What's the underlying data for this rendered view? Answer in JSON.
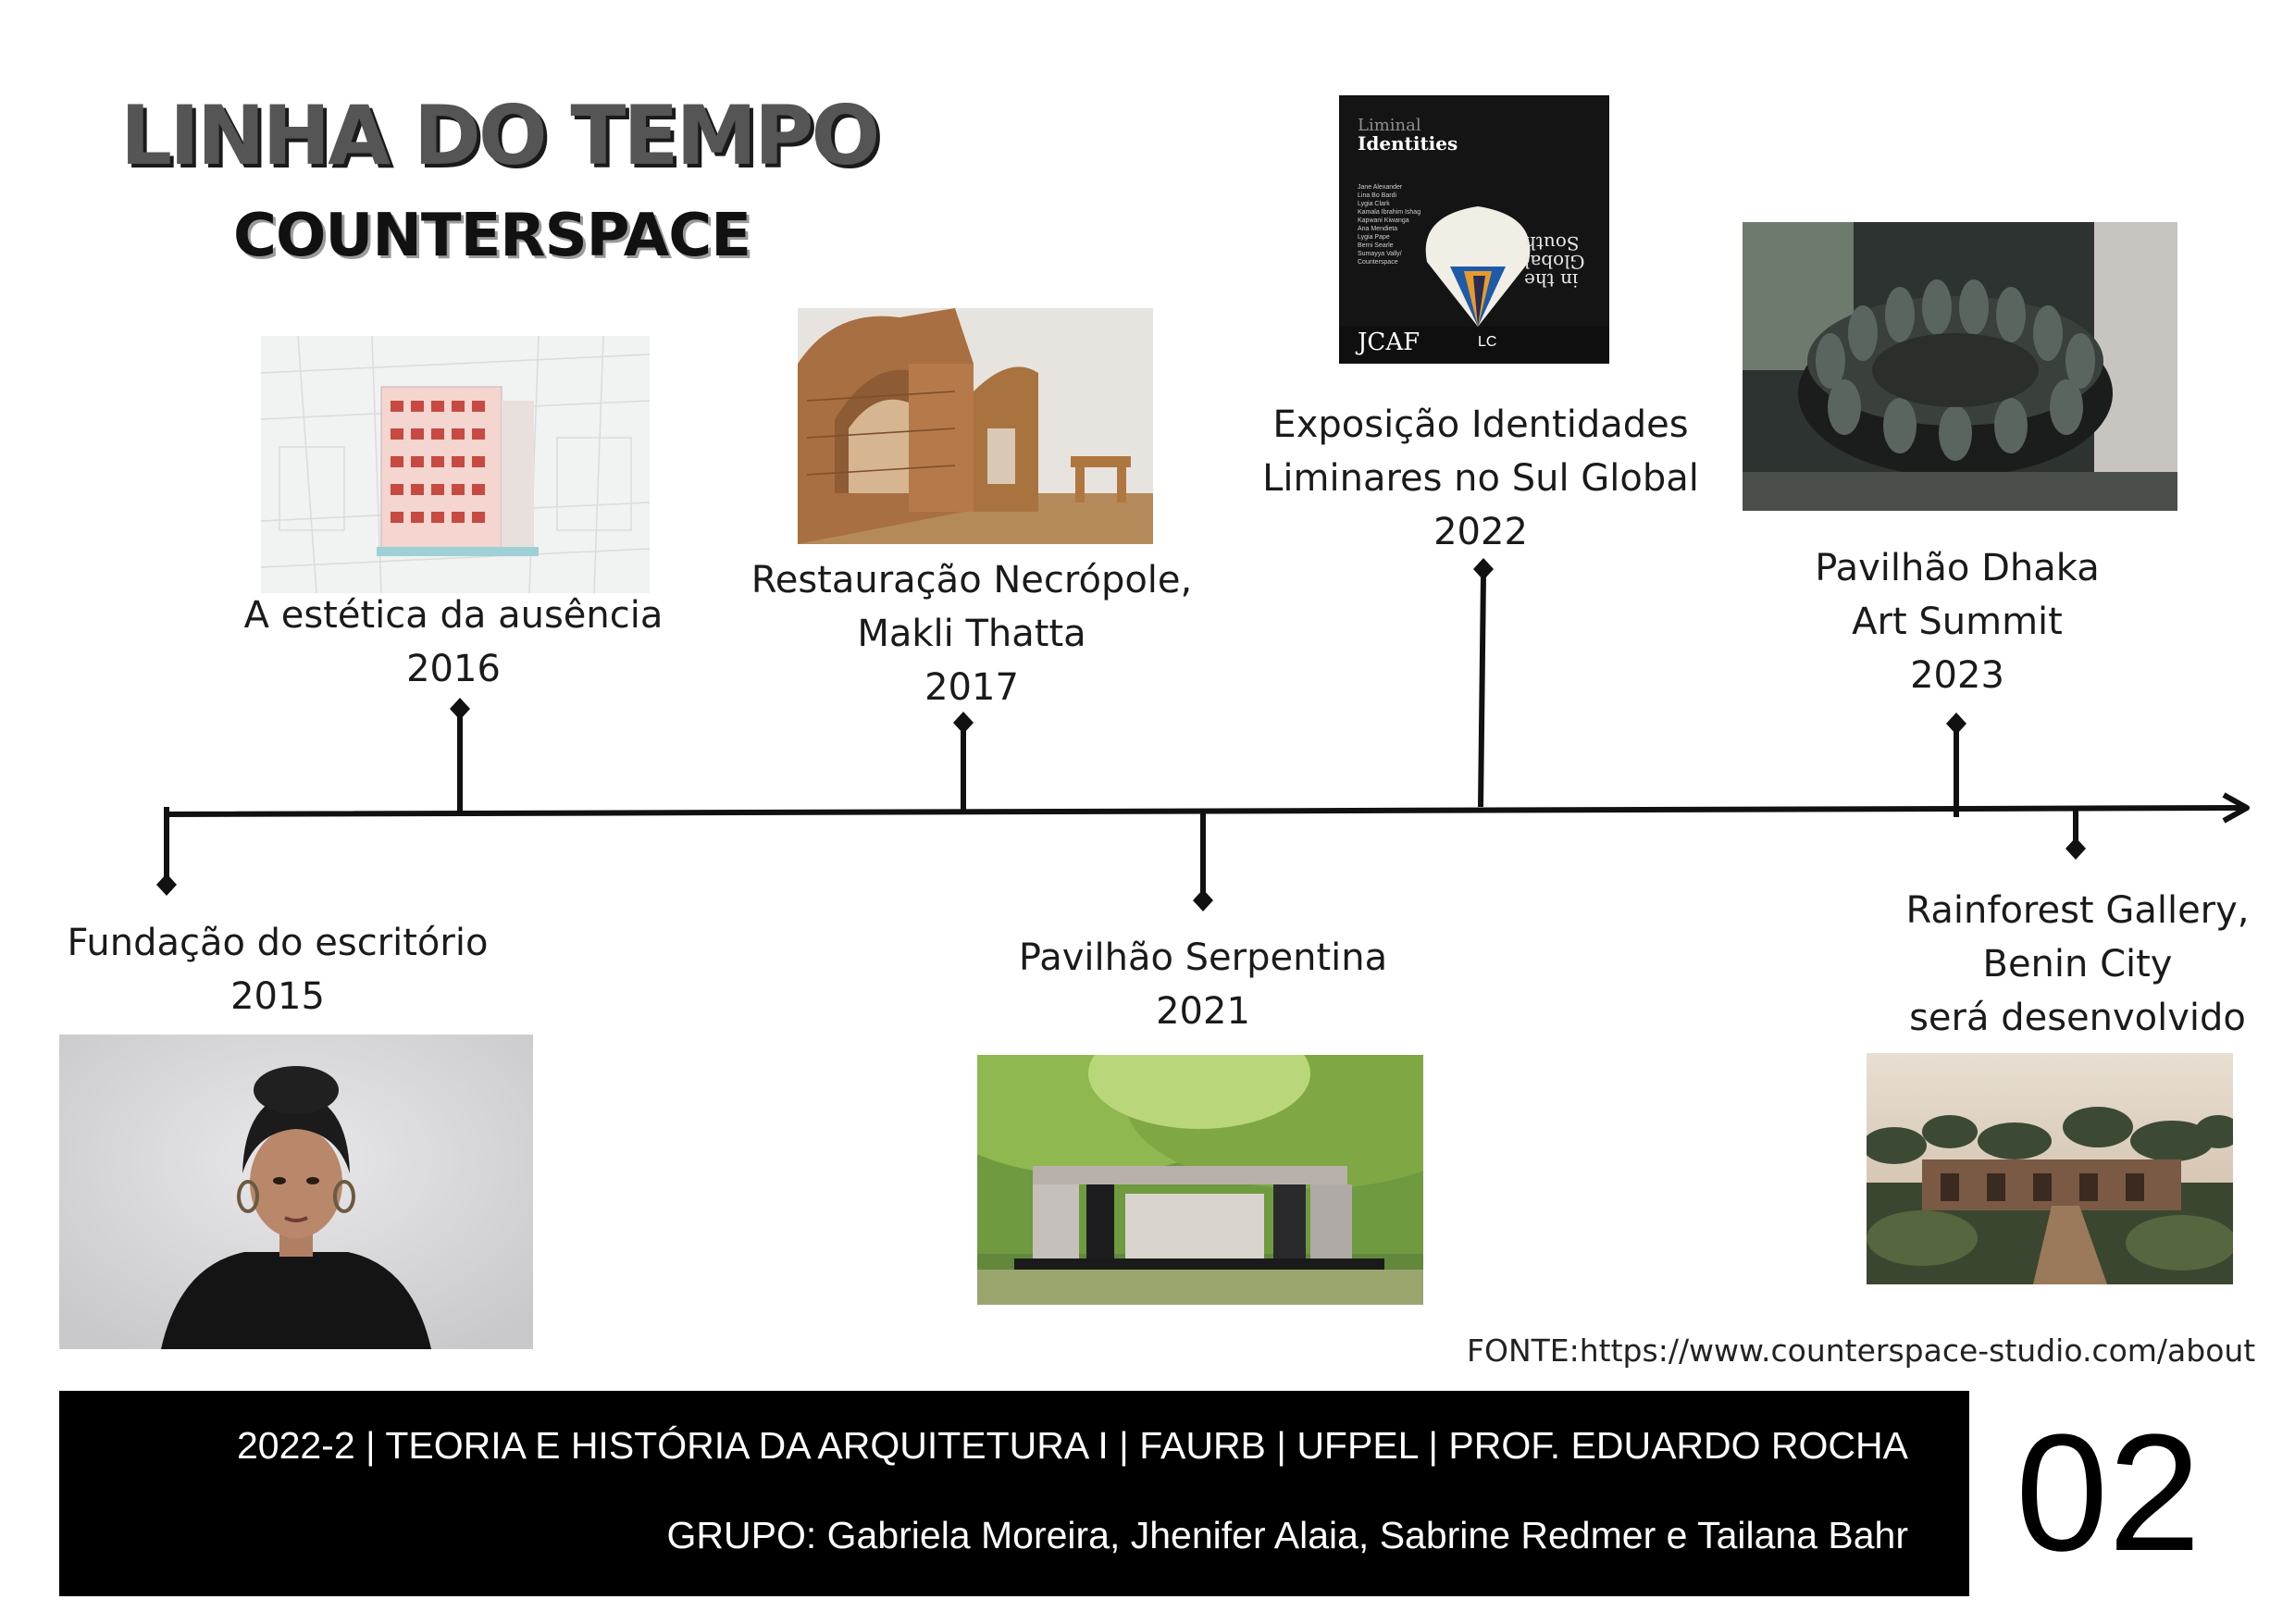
{
  "title": "LINHA DO TEMPO",
  "subtitle": "COUNTERSPACE",
  "events": [
    {
      "line1": "Fundação do escritório",
      "year": "2015"
    },
    {
      "line1": "A estética da ausência",
      "year": "2016"
    },
    {
      "line1": "Restauração Necrópole,",
      "line2": "Makli Thatta",
      "year": "2017"
    },
    {
      "line1": "Pavilhão Serpentina",
      "year": "2021"
    },
    {
      "line1": "Exposição Identidades",
      "line2": "Liminares no Sul Global",
      "year": "2022"
    },
    {
      "line1": "Pavilhão Dhaka",
      "line2": "Art Summit",
      "year": "2023"
    },
    {
      "line1": "Rainforest Gallery,",
      "line2": "Benin City",
      "year": "será desenvolvido"
    }
  ],
  "book_cover": {
    "title_line1": "Liminal",
    "title_line2": "Identities",
    "flipped_text": "in the Global South",
    "names": [
      "Jane Alexander",
      "Lina Bo Bardi",
      "Lygia Clark",
      "Kamala Ibrahim Ishag",
      "Kapwani Kiwanga",
      "Ana Mendieta",
      "Lygia Pape",
      "Berni Searle",
      "Sumayya Vally/",
      "Counterspace"
    ],
    "logo": "JCAF",
    "logo2": "LC"
  },
  "source": "FONTE:https://www.counterspace-studio.com/about",
  "footer": {
    "line1": "2022-2 | TEORIA E HISTÓRIA DA ARQUITETURA I | FAURB | UFPEL | PROF. EDUARDO ROCHA",
    "line2": "GRUPO: Gabriela Moreira, Jhenifer Alaia, Sabrine Redmer e Tailana Bahr",
    "page_number": "02"
  },
  "colors": {
    "line": "#111111",
    "footer_bg": "#000000",
    "title_grey": "#555555"
  }
}
